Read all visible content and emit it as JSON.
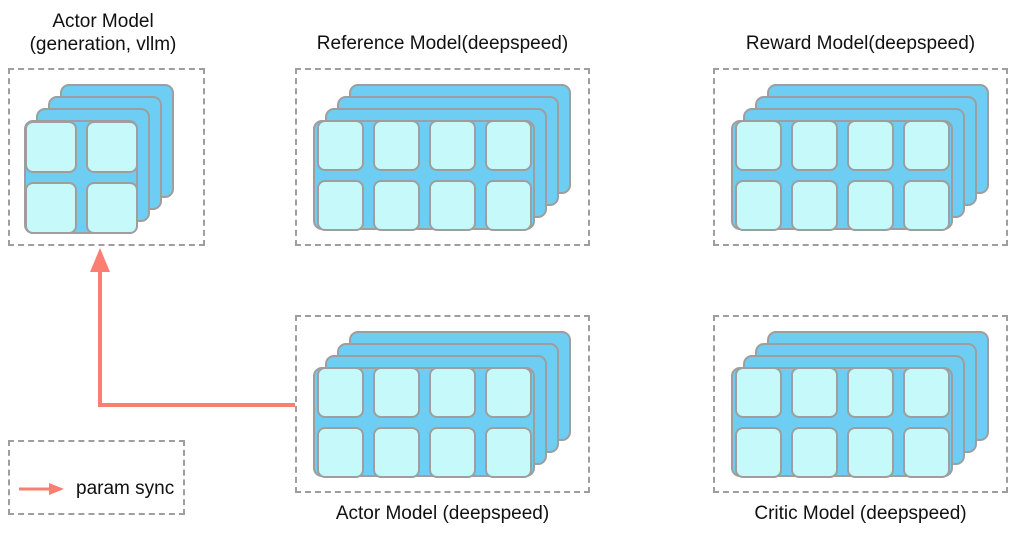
{
  "diagram": {
    "title_top_left": "Actor Model\n(generation, vllm)",
    "groups": [
      {
        "id": "actor-vllm",
        "label": "Actor Model\n(generation, vllm)",
        "label_position": "top",
        "layout": "square",
        "chip_rows": 2,
        "chip_cols": 2,
        "stack_layers": 4
      },
      {
        "id": "reference-model",
        "label": "Reference Model(deepspeed)",
        "label_position": "top",
        "layout": "wide",
        "chip_rows": 2,
        "chip_cols": 4,
        "stack_layers": 4
      },
      {
        "id": "reward-model",
        "label": "Reward Model(deepspeed)",
        "label_position": "top",
        "layout": "wide",
        "chip_rows": 2,
        "chip_cols": 4,
        "stack_layers": 4
      },
      {
        "id": "actor-deepspeed",
        "label": "Actor Model (deepspeed)",
        "label_position": "bottom",
        "layout": "wide",
        "chip_rows": 2,
        "chip_cols": 4,
        "stack_layers": 4
      },
      {
        "id": "critic-model",
        "label": "Critic Model (deepspeed)",
        "label_position": "bottom",
        "layout": "wide",
        "chip_rows": 2,
        "chip_cols": 4,
        "stack_layers": 4
      }
    ],
    "connector": {
      "label": "param sync",
      "from": "actor-deepspeed",
      "to": "actor-vllm",
      "color": "#fa7f72"
    },
    "legend": {
      "label": "param sync",
      "arrow_color": "#fa7f72"
    },
    "colors": {
      "card_fill": "#6ecdf2",
      "chip_fill": "#c6fafa",
      "card_border": "#9e9e9e",
      "group_border": "#9e9e9e",
      "arrow": "#fa7f72",
      "text": "#101010",
      "background": "#ffffff"
    }
  }
}
